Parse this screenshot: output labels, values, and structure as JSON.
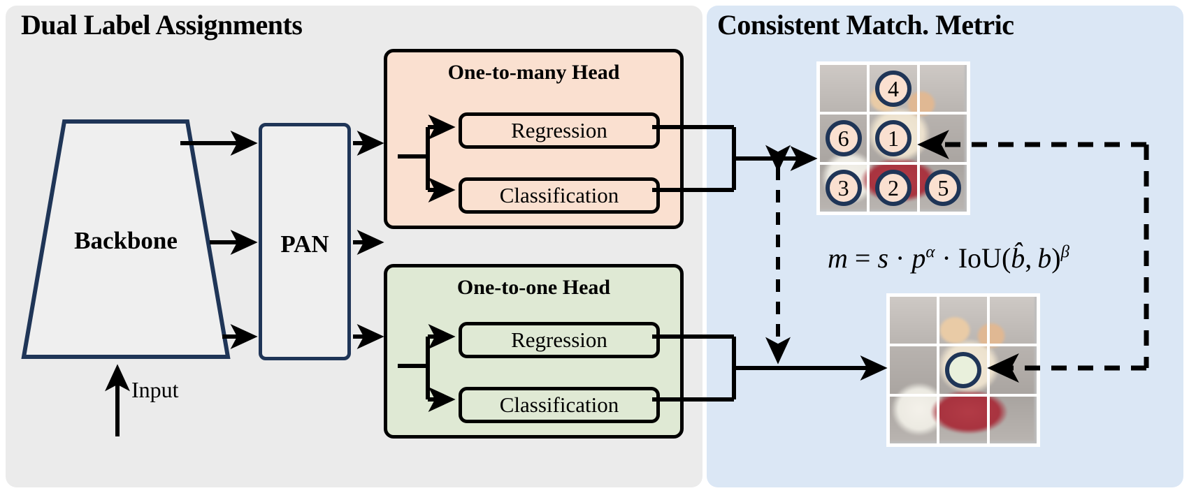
{
  "panels": {
    "left": {
      "title": "Dual Label Assignments",
      "bg": "#ebebeb"
    },
    "right": {
      "title": "Consistent Match. Metric",
      "bg": "#dbe7f5"
    }
  },
  "pipeline": {
    "backbone_label": "Backbone",
    "pan_label": "PAN",
    "input_label": "Input"
  },
  "heads": {
    "one_to_many": {
      "title": "One-to-many Head",
      "color": "#fae0d0",
      "regression_label": "Regression",
      "classification_label": "Classification"
    },
    "one_to_one": {
      "title": "One-to-one Head",
      "color": "#dfe9d4",
      "regression_label": "Regression",
      "classification_label": "Classification"
    }
  },
  "metric": {
    "formula_plain": "m = s · p^α · IoU(b̂, b)^β",
    "lhs": "m",
    "eq": "=",
    "s": "s",
    "dot1": "·",
    "p": "p",
    "alpha": "α",
    "dot2": "·",
    "iou": "IoU",
    "open": "(",
    "bhat": "b̂",
    "comma": ",",
    "b": "b",
    "close": ")",
    "beta": "β"
  },
  "grids": {
    "top": {
      "name": "one-to-many-assignment-grid",
      "marker_color_fill": "#fae0d0",
      "marker_color_border": "#1f3557",
      "cells": [
        {
          "id": 0,
          "marker": ""
        },
        {
          "id": 1,
          "marker": "4"
        },
        {
          "id": 2,
          "marker": ""
        },
        {
          "id": 3,
          "marker": "6"
        },
        {
          "id": 4,
          "marker": "1"
        },
        {
          "id": 5,
          "marker": ""
        },
        {
          "id": 6,
          "marker": "3"
        },
        {
          "id": 7,
          "marker": "2"
        },
        {
          "id": 8,
          "marker": "5"
        }
      ]
    },
    "bottom": {
      "name": "one-to-one-assignment-grid",
      "marker_color_fill": "#e9f0dc",
      "marker_color_border": "#1f3557",
      "cells": [
        {
          "id": 0,
          "marker": ""
        },
        {
          "id": 1,
          "marker": ""
        },
        {
          "id": 2,
          "marker": ""
        },
        {
          "id": 3,
          "marker": ""
        },
        {
          "id": 4,
          "marker": ""
        },
        {
          "id": 5,
          "marker": ""
        },
        {
          "id": 6,
          "marker": ""
        },
        {
          "id": 7,
          "marker": ""
        },
        {
          "id": 8,
          "marker": ""
        }
      ]
    }
  },
  "colors": {
    "navy": "#1f3557",
    "black": "#000000",
    "panel_gray": "#ebebeb",
    "panel_blue": "#dbe7f5",
    "peach": "#fae0d0",
    "green": "#dfe9d4",
    "shape_fill": "#efefef"
  },
  "icons": {
    "solid_arrow": "solid-arrow-icon",
    "dashed_arrow": "dashed-arrow-icon",
    "double_arrow": "double-headed-arrow-icon"
  }
}
